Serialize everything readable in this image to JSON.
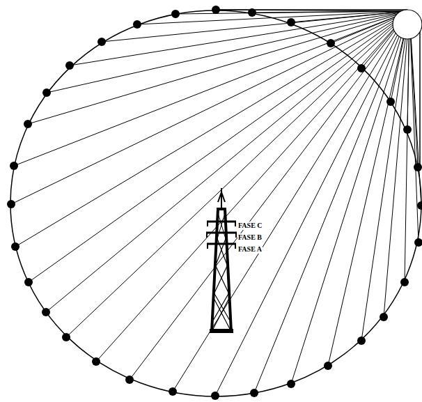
{
  "diagram": {
    "labels": [
      "FASE C",
      "FASE B",
      "FASE A"
    ]
  }
}
